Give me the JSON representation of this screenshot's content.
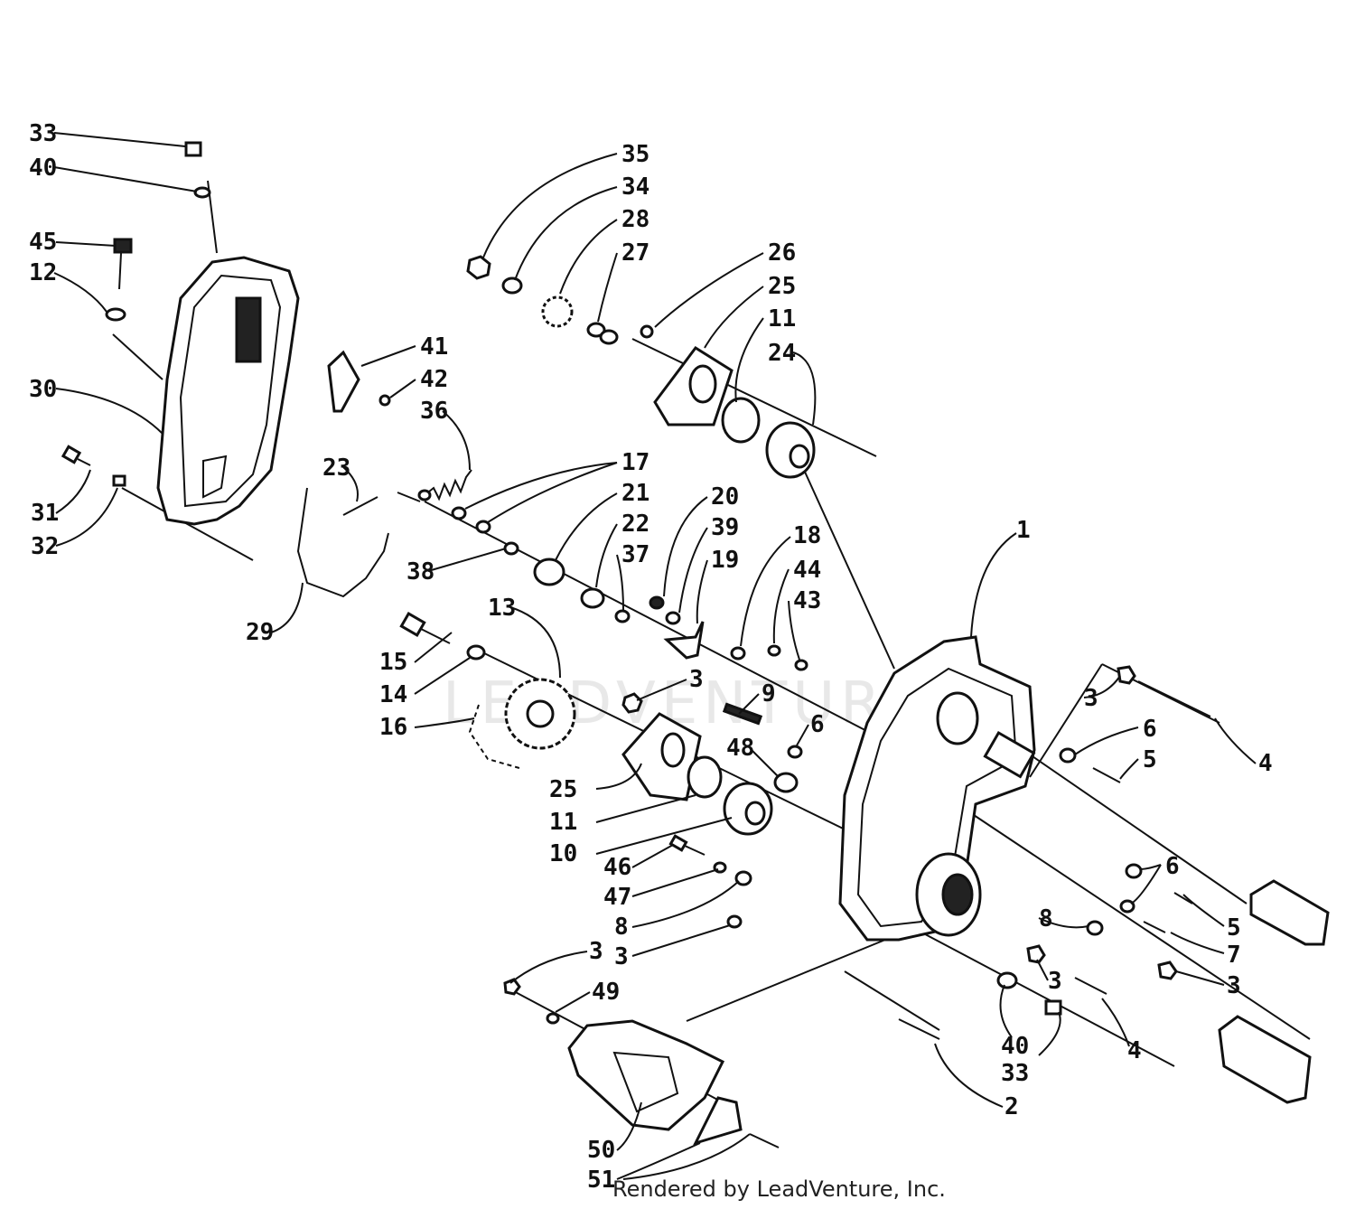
{
  "watermark": "LEADVENTURE",
  "credit": "Rendered by LeadVenture, Inc.",
  "callouts": [
    {
      "id": "c33a",
      "text": "33"
    },
    {
      "id": "c40a",
      "text": "40"
    },
    {
      "id": "c45",
      "text": "45"
    },
    {
      "id": "c12",
      "text": "12"
    },
    {
      "id": "c30",
      "text": "30"
    },
    {
      "id": "c31",
      "text": "31"
    },
    {
      "id": "c32",
      "text": "32"
    },
    {
      "id": "c29",
      "text": "29"
    },
    {
      "id": "c41",
      "text": "41"
    },
    {
      "id": "c42",
      "text": "42"
    },
    {
      "id": "c36",
      "text": "36"
    },
    {
      "id": "c23",
      "text": "23"
    },
    {
      "id": "c35",
      "text": "35"
    },
    {
      "id": "c34",
      "text": "34"
    },
    {
      "id": "c28",
      "text": "28"
    },
    {
      "id": "c27",
      "text": "27"
    },
    {
      "id": "c26",
      "text": "26"
    },
    {
      "id": "c25a",
      "text": "25"
    },
    {
      "id": "c11a",
      "text": "11"
    },
    {
      "id": "c24",
      "text": "24"
    },
    {
      "id": "c17",
      "text": "17"
    },
    {
      "id": "c21",
      "text": "21"
    },
    {
      "id": "c20",
      "text": "20"
    },
    {
      "id": "c22",
      "text": "22"
    },
    {
      "id": "c39",
      "text": "39"
    },
    {
      "id": "c37",
      "text": "37"
    },
    {
      "id": "c19",
      "text": "19"
    },
    {
      "id": "c38",
      "text": "38"
    },
    {
      "id": "c18",
      "text": "18"
    },
    {
      "id": "c44",
      "text": "44"
    },
    {
      "id": "c43",
      "text": "43"
    },
    {
      "id": "c1",
      "text": "1"
    },
    {
      "id": "c13",
      "text": "13"
    },
    {
      "id": "c15",
      "text": "15"
    },
    {
      "id": "c14",
      "text": "14"
    },
    {
      "id": "c16",
      "text": "16"
    },
    {
      "id": "c3a",
      "text": "3"
    },
    {
      "id": "c9",
      "text": "9"
    },
    {
      "id": "c6a",
      "text": "6"
    },
    {
      "id": "c48",
      "text": "48"
    },
    {
      "id": "c25b",
      "text": "25"
    },
    {
      "id": "c11b",
      "text": "11"
    },
    {
      "id": "c10",
      "text": "10"
    },
    {
      "id": "c46",
      "text": "46"
    },
    {
      "id": "c47",
      "text": "47"
    },
    {
      "id": "c8a",
      "text": "8"
    },
    {
      "id": "c3b",
      "text": "3"
    },
    {
      "id": "c3c",
      "text": "3"
    },
    {
      "id": "c49",
      "text": "49"
    },
    {
      "id": "c50",
      "text": "50"
    },
    {
      "id": "c51",
      "text": "51"
    },
    {
      "id": "c2",
      "text": "2"
    },
    {
      "id": "c40b",
      "text": "40"
    },
    {
      "id": "c33b",
      "text": "33"
    },
    {
      "id": "c3d",
      "text": "3"
    },
    {
      "id": "c4a",
      "text": "4"
    },
    {
      "id": "c8b",
      "text": "8"
    },
    {
      "id": "c6b",
      "text": "6"
    },
    {
      "id": "c5a",
      "text": "5"
    },
    {
      "id": "c7",
      "text": "7"
    },
    {
      "id": "c3e",
      "text": "3"
    },
    {
      "id": "c3f",
      "text": "3"
    },
    {
      "id": "c6c",
      "text": "6"
    },
    {
      "id": "c5b",
      "text": "5"
    },
    {
      "id": "c4b",
      "text": "4"
    }
  ]
}
